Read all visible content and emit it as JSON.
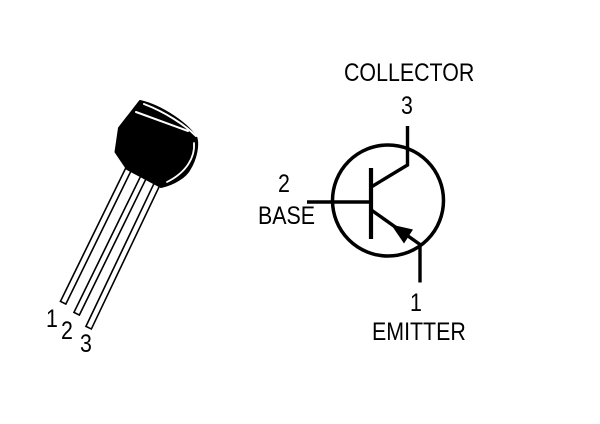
{
  "colors": {
    "ink": "#000000",
    "background": "#ffffff",
    "lead_fill": "#ffffff"
  },
  "package": {
    "pin_labels": {
      "pin1": "1",
      "pin2": "2",
      "pin3": "3"
    }
  },
  "schematic": {
    "collector_label": "COLLECTOR",
    "collector_pin": "3",
    "base_label": "BASE",
    "base_pin": "2",
    "emitter_label": "EMITTER",
    "emitter_pin": "1"
  }
}
